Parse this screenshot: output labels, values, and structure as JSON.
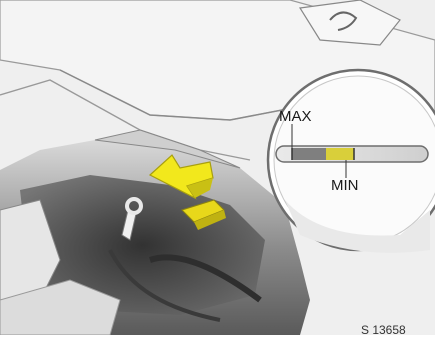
{
  "figure": {
    "labels": {
      "max": "MAX",
      "min": "MIN",
      "code": "S 13658"
    },
    "colors": {
      "arrow": "#f2e81c",
      "dipstick_handle": "#e8d81a",
      "oil_band": "#d9cf3a",
      "shadow": "#3a3a3a",
      "body_light": "#f2f2f2"
    },
    "icons": [
      "arrow-icon",
      "dipstick-handle-icon",
      "magnifier-circle",
      "dipstick-gauge"
    ]
  }
}
